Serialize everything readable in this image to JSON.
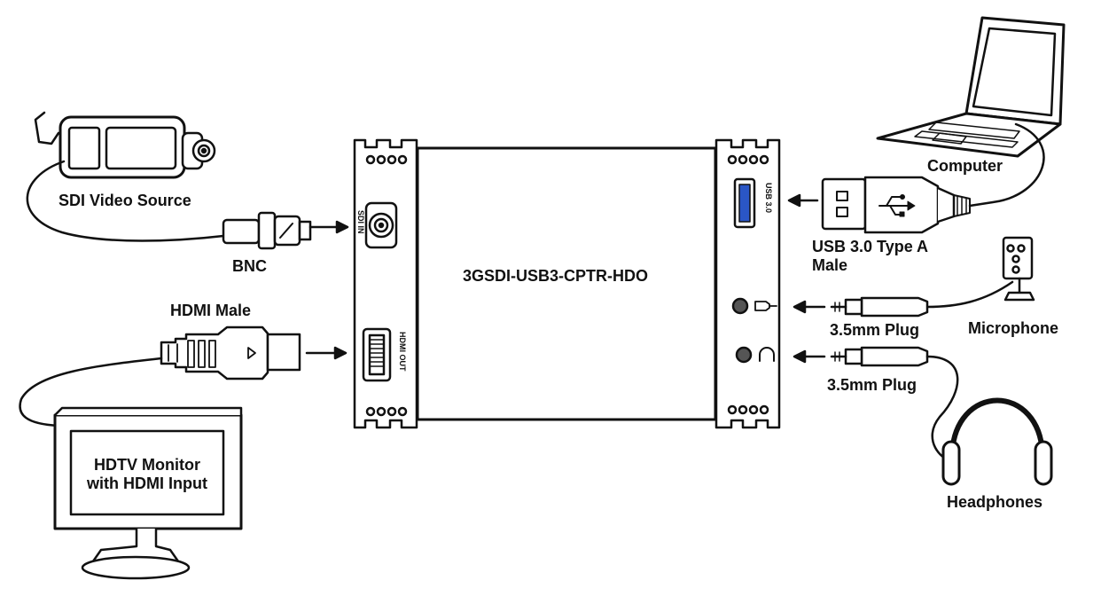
{
  "device_name": "3GSDI-USB3-CPTR-HDO",
  "labels": {
    "sdi_source": "SDI Video Source",
    "bnc": "BNC",
    "hdmi_male": "HDMI Male",
    "monitor_line1": "HDTV Monitor",
    "monitor_line2": "with HDMI Input",
    "computer": "Computer",
    "usb_line1": "USB 3.0 Type A",
    "usb_line2": "Male",
    "plug_mic": "3.5mm Plug",
    "plug_hp": "3.5mm Plug",
    "microphone": "Microphone",
    "headphones": "Headphones"
  },
  "ports": {
    "sdi_in": "SDI IN",
    "hdmi_out": "HDMI OUT",
    "usb": "USB 3.0"
  },
  "colors": {
    "line": "#111111",
    "usb_port": "#2a56c6",
    "background": "#ffffff"
  }
}
